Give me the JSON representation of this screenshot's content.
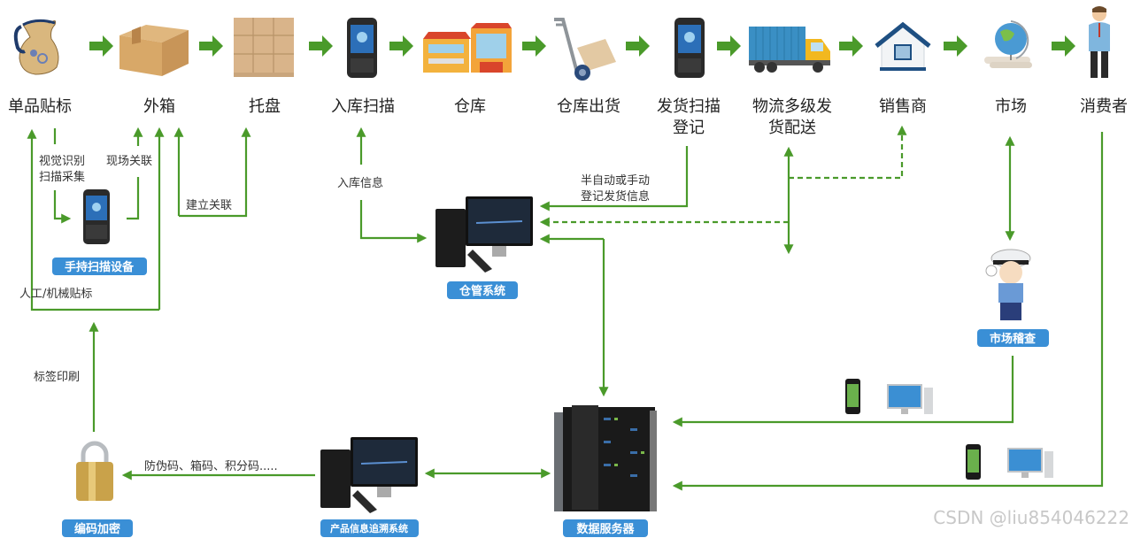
{
  "top_flow": {
    "stages": [
      {
        "label": "单品贴标",
        "icon": "jug-icon"
      },
      {
        "label": "外箱",
        "icon": "carton-box-icon"
      },
      {
        "label": "托盘",
        "icon": "pallet-icon"
      },
      {
        "label": "入库扫描",
        "icon": "handheld-scanner-icon"
      },
      {
        "label": "仓库",
        "icon": "warehouse-buildings-icon"
      },
      {
        "label": "仓库出货",
        "icon": "hand-truck-icon"
      },
      {
        "label": "发货扫描",
        "label2": "登记",
        "icon": "handheld-scanner-icon"
      },
      {
        "label": "物流多级发",
        "label2": "货配送",
        "icon": "truck-icon"
      },
      {
        "label": "销售商",
        "icon": "house-icon"
      },
      {
        "label": "市场",
        "icon": "globe-icon"
      },
      {
        "label": "消费者",
        "icon": "person-icon"
      }
    ]
  },
  "edge_labels": {
    "visual_scan_1": "视觉识别",
    "visual_scan_2": "扫描采集",
    "onsite_link": "现场关联",
    "build_link": "建立关联",
    "manual_label": "人工/机械贴标",
    "inbound_info": "入库信息",
    "ship_info_1": "半自动或手动",
    "ship_info_2": "登记发货信息",
    "label_print": "标签印刷",
    "codes": "防伪码、箱码、积分码....."
  },
  "nodes": {
    "handheld_device": "手持扫描设备",
    "warehouse_system": "仓管系统",
    "market_inspection": "市场稽查",
    "encryption": "编码加密",
    "trace_system": "产品信息追溯系统",
    "data_server": "数据服务器"
  },
  "watermark": "CSDN @liu854046222",
  "colors": {
    "arrow_green": "#4a9a2a",
    "badge_blue": "#3a8fd6"
  }
}
